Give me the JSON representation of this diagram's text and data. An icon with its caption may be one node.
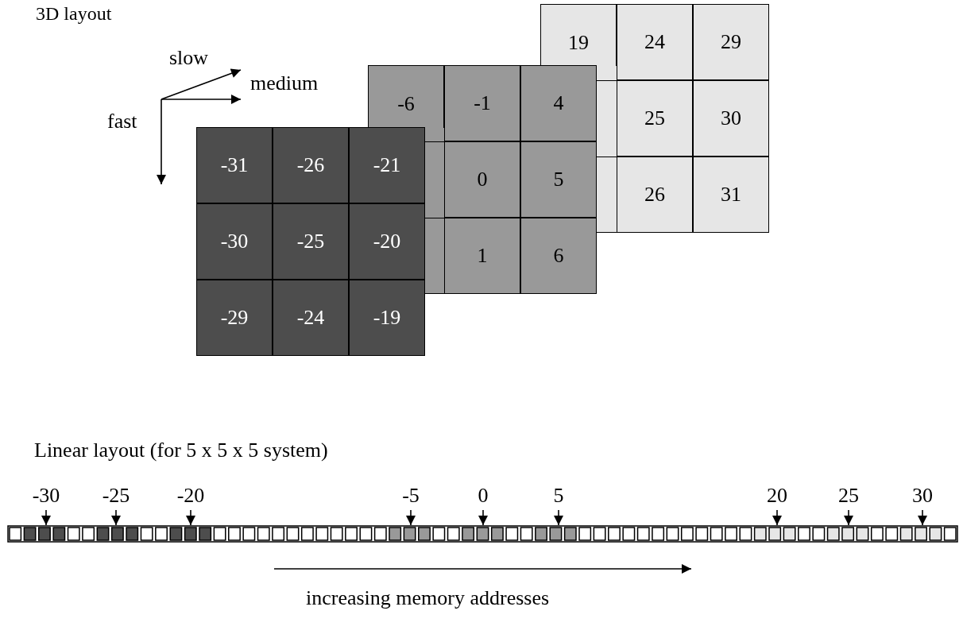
{
  "diagram": {
    "nodes": [
      {
        "text": [
          "19"
        ]
      },
      {
        "text": [
          "24"
        ]
      },
      {
        "text": [
          "29"
        ]
      },
      {
        "text": [
          "25"
        ]
      },
      {
        "text": [
          "30"
        ]
      },
      {
        "text": [
          "26"
        ]
      },
      {
        "text": [
          "31"
        ]
      },
      {
        "text": [
          "-6"
        ]
      },
      {
        "text": [
          "-1"
        ]
      },
      {
        "text": [
          "4"
        ]
      },
      {
        "text": [
          "0"
        ]
      },
      {
        "text": [
          "5"
        ]
      },
      {
        "text": [
          "1"
        ]
      },
      {
        "text": [
          "6"
        ]
      },
      {
        "text": [
          "-31"
        ]
      },
      {
        "text": [
          "-26"
        ]
      },
      {
        "text": [
          "-21"
        ]
      },
      {
        "text": [
          "-30"
        ]
      },
      {
        "text": [
          "-25"
        ]
      },
      {
        "text": [
          "-20"
        ]
      },
      {
        "text": [
          "-29"
        ]
      },
      {
        "text": [
          "-24"
        ]
      },
      {
        "text": [
          "-19"
        ]
      },
      {
        "text": [
          "-30"
        ]
      },
      {
        "text": [
          "-25"
        ]
      },
      {
        "text": [
          "-20"
        ]
      },
      {
        "text": [
          "-5"
        ]
      },
      {
        "text": [
          "0"
        ]
      },
      {
        "text": [
          "5"
        ]
      },
      {
        "text": [
          "20"
        ]
      },
      {
        "text": [
          "25"
        ]
      },
      {
        "text": [
          "30"
        ]
      }
    ],
    "edges": [
      {
        "from": 23,
        "to": null,
        "arrow": "to"
      },
      {
        "from": 24,
        "to": null,
        "arrow": "to"
      },
      {
        "from": 25,
        "to": null,
        "arrow": "to"
      },
      {
        "from": 26,
        "to": null,
        "arrow": "to"
      },
      {
        "from": 27,
        "to": null,
        "arrow": "to"
      },
      {
        "from": 28,
        "to": null,
        "arrow": "to"
      },
      {
        "from": 29,
        "to": null,
        "arrow": "to"
      },
      {
        "from": 30,
        "to": null,
        "arrow": "to"
      },
      {
        "from": 31,
        "to": null,
        "arrow": "to"
      }
    ],
    "labels": [
      "3D layout",
      "slow",
      "medium",
      "fast",
      "Linear layout (for 5 x 5 x 5 system)",
      "increasing memory addresses"
    ]
  }
}
